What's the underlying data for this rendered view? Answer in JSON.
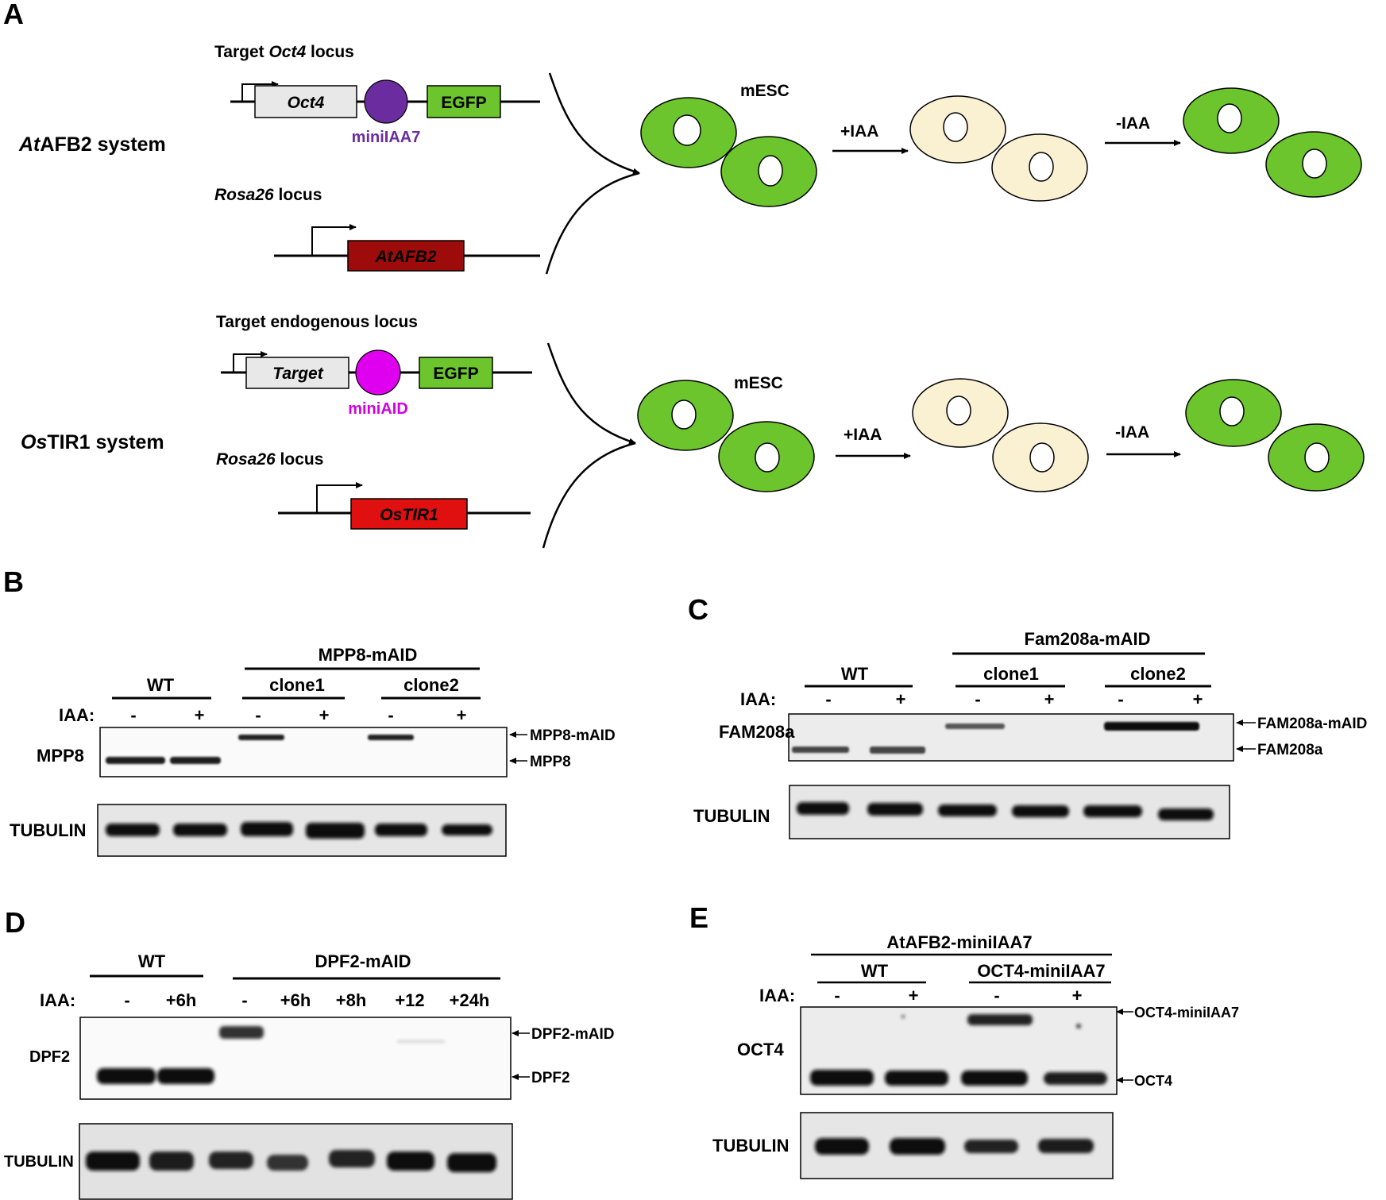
{
  "panelA": {
    "letter": "A",
    "atafb2": {
      "system_italic": "At",
      "system_rest": "AFB2 system",
      "target_prefix": "Target ",
      "target_gene_italic": "Oct4",
      "target_suffix": " locus",
      "gene_box": "Oct4",
      "degron": "miniIAA7",
      "reporter": "EGFP",
      "rosa_italic": "Rosa26",
      "rosa_suffix": " locus",
      "receptor": "AtAFB2",
      "cell_label": "mESC",
      "plus_iaa": "+IAA",
      "minus_iaa": "-IAA"
    },
    "ostir1": {
      "system_italic": "Os",
      "system_rest": "TIR1 system",
      "target_label": "Target endogenous  locus",
      "gene_box": "Target",
      "degron": "miniAID",
      "reporter": "EGFP",
      "rosa_italic": "Rosa26",
      "rosa_suffix": " locus",
      "receptor": "OsTIR1",
      "cell_label": "mESC",
      "plus_iaa": "+IAA",
      "minus_iaa": "-IAA"
    },
    "colors": {
      "green": "#6cc52d",
      "pale": "#faf0d2",
      "gene_box": "#e8e8e8",
      "miniIAA7": "#6a2c9e",
      "miniAID": "#e000f0",
      "atafb2_box": "#9e0b0b",
      "ostir1_box": "#e01010",
      "degron_iaa7_text": "#6a2c9e",
      "degron_aid_text": "#d000e0"
    }
  },
  "panelB": {
    "letter": "B",
    "group_label": "MPP8-mAID",
    "wt_label": "WT",
    "clone1": "clone1",
    "clone2": "clone2",
    "iaa_label": "IAA:",
    "signs": [
      "-",
      "+",
      "-",
      "+",
      "-",
      "+"
    ],
    "blot1_label": "MPP8",
    "band_upper": "MPP8-mAID",
    "band_lower": "MPP8",
    "blot2_label": "TUBULIN"
  },
  "panelC": {
    "letter": "C",
    "group_label": "Fam208a-mAID",
    "wt_label": "WT",
    "clone1": "clone1",
    "clone2": "clone2",
    "iaa_label": "IAA:",
    "signs": [
      "-",
      "+",
      "-",
      "+",
      "-",
      "+"
    ],
    "blot1_label": "FAM208a",
    "band_upper": "FAM208a-mAID",
    "band_lower": "FAM208a",
    "blot2_label": "TUBULIN"
  },
  "panelD": {
    "letter": "D",
    "wt_label": "WT",
    "group_label": "DPF2-mAID",
    "iaa_label": "IAA:",
    "signs": [
      "-",
      "+6h",
      "-",
      "+6h",
      "+8h",
      "+12",
      "+24h"
    ],
    "blot1_label": "DPF2",
    "band_upper": "DPF2-mAID",
    "band_lower": "DPF2",
    "blot2_label": "TUBULIN"
  },
  "panelE": {
    "letter": "E",
    "group_label": "AtAFB2-miniIAA7",
    "wt_label": "WT",
    "oct4_label": "OCT4-miniIAA7",
    "iaa_label": "IAA:",
    "signs": [
      "-",
      "+",
      "-",
      "+"
    ],
    "blot1_label": "OCT4",
    "band_upper": "OCT4-miniIAA7",
    "band_lower": "OCT4",
    "blot2_label": "TUBULIN"
  }
}
